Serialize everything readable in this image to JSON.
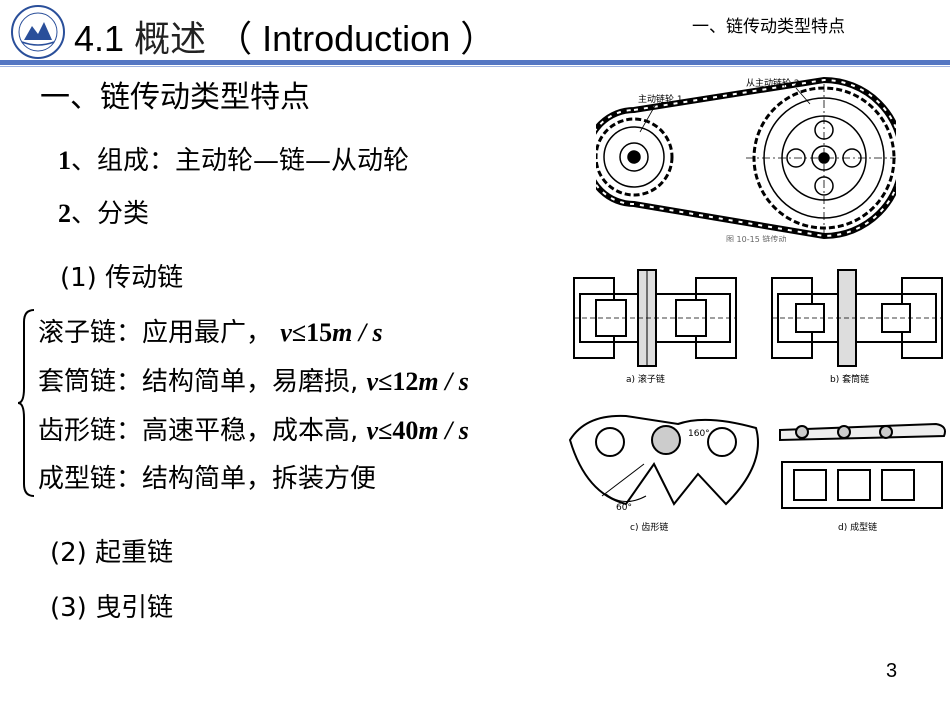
{
  "header": {
    "number": "4.1",
    "title_zh": "概述",
    "title_en": "（ Introduction ）",
    "section_tag": "一、链传动类型特点"
  },
  "content": {
    "heading": "一、链传动类型特点",
    "item1_num": "1",
    "item1_text": "、组成：主动轮—链—从动轮",
    "item2_num": "2",
    "item2_text": "、分类",
    "sub1": "(1) 传动链",
    "chain_rows": [
      {
        "label": "滚子链：应用最广，",
        "formula_v": "v",
        "formula_op": "≤15",
        "formula_unit": "m / s"
      },
      {
        "label": "套筒链：结构简单，易磨损,",
        "formula_v": "v",
        "formula_op": "≤12",
        "formula_unit": "m / s"
      },
      {
        "label": "齿形链：高速平稳，成本高,",
        "formula_v": "v",
        "formula_op": "≤40",
        "formula_unit": "m / s"
      },
      {
        "label": "成型链：结构简单，拆装方便"
      }
    ],
    "sub2": "(2) 起重链",
    "sub3": "(3) 曳引链"
  },
  "figure1": {
    "label_driver": "主动链轮 1",
    "label_driven": "从主动链轮 2",
    "caption": "图 10-15  链传动"
  },
  "figure2": {
    "captions": [
      "a) 滚子链",
      "b) 套筒链",
      "c) 齿形链",
      "d) 成型链"
    ],
    "angle_160": "160°",
    "angle_60": "60°"
  },
  "page_number": "3",
  "colors": {
    "header_rule": "#5577c3",
    "text": "#000000"
  }
}
